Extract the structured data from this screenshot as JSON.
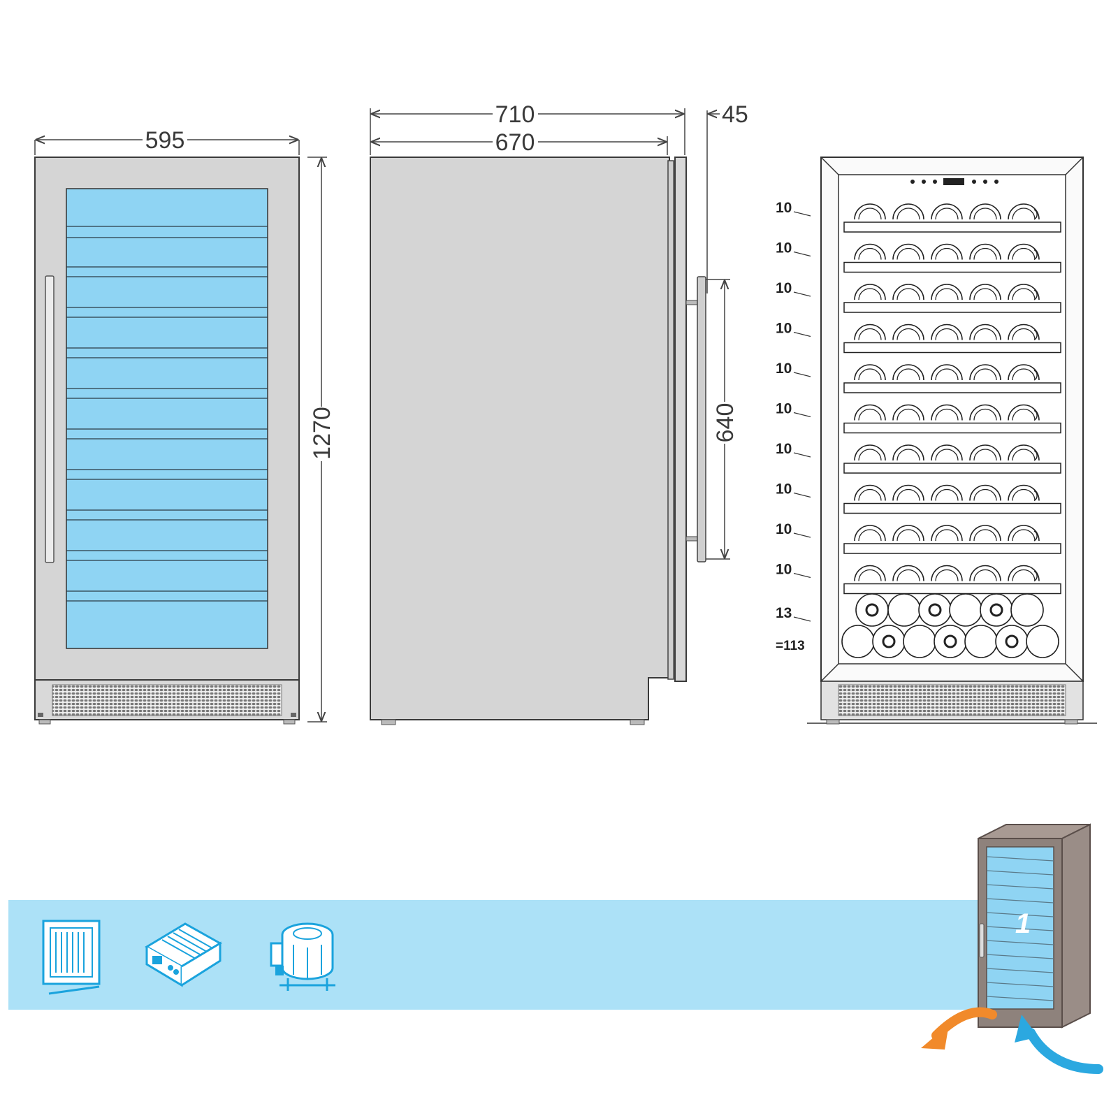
{
  "front_view": {
    "width_label": "595",
    "height_label": "1270"
  },
  "side_view": {
    "depth_label": "710",
    "body_depth_label": "670",
    "door_label": "45",
    "handle_label": "640"
  },
  "shelf_view": {
    "shelf_counts": [
      "10",
      "10",
      "10",
      "10",
      "10",
      "10",
      "10",
      "10",
      "10",
      "10"
    ],
    "base_count": "13",
    "total_label": "=113"
  },
  "feature_icons": [
    "glass-door-icon",
    "electronic-controller-icon",
    "compressor-icon"
  ],
  "airflow_badge": {
    "number": "1"
  },
  "colors": {
    "glass": "#8fd4f3",
    "band": "#ace1f7",
    "stainless": "#d5d5d5",
    "accent_orange": "#f18a2b",
    "accent_blue": "#2ba8e0",
    "icon_blue": "#1aa3dd"
  }
}
